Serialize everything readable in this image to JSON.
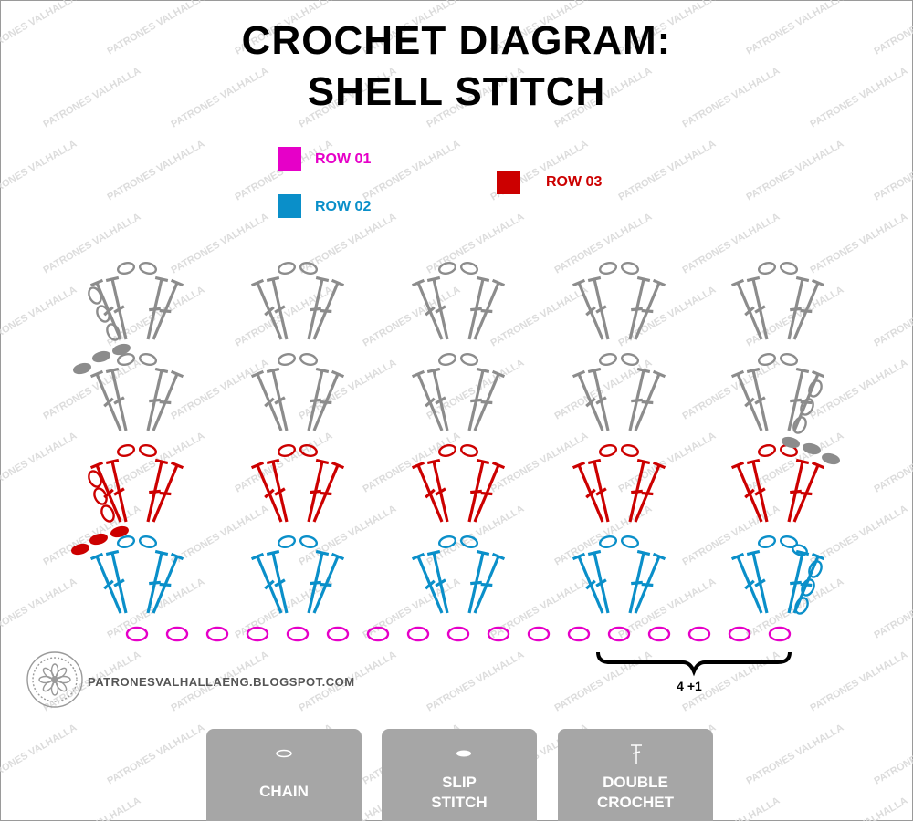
{
  "title": {
    "line1": "CROCHET DIAGRAM:",
    "line2": "SHELL STITCH"
  },
  "legend": [
    {
      "label": "ROW 01",
      "color": "#e600c8"
    },
    {
      "label": "ROW 02",
      "color": "#0a8fc9"
    },
    {
      "label": "ROW 03",
      "color": "#cc0000"
    }
  ],
  "rows_color": {
    "base_chain": "#e600c8",
    "row2": "#0a8fc9",
    "row3": "#cc0000",
    "upper": "#8c8c8c"
  },
  "shell_count_per_row": 5,
  "base_chain_count": 17,
  "repeat_label": "4 +1",
  "watermark": "PATRONES VALHALLA",
  "website": "PATRONESVALHALLAENG.BLOGSPOT.COM",
  "key": [
    {
      "name": "chain",
      "line1": "CHAIN",
      "line2": "",
      "icon": "chain-oval"
    },
    {
      "name": "slip",
      "line1": "SLIP",
      "line2": "STITCH",
      "icon": "slip-filled-oval"
    },
    {
      "name": "double",
      "line1": "DOUBLE",
      "line2": "CROCHET",
      "icon": "dc-symbol"
    }
  ]
}
